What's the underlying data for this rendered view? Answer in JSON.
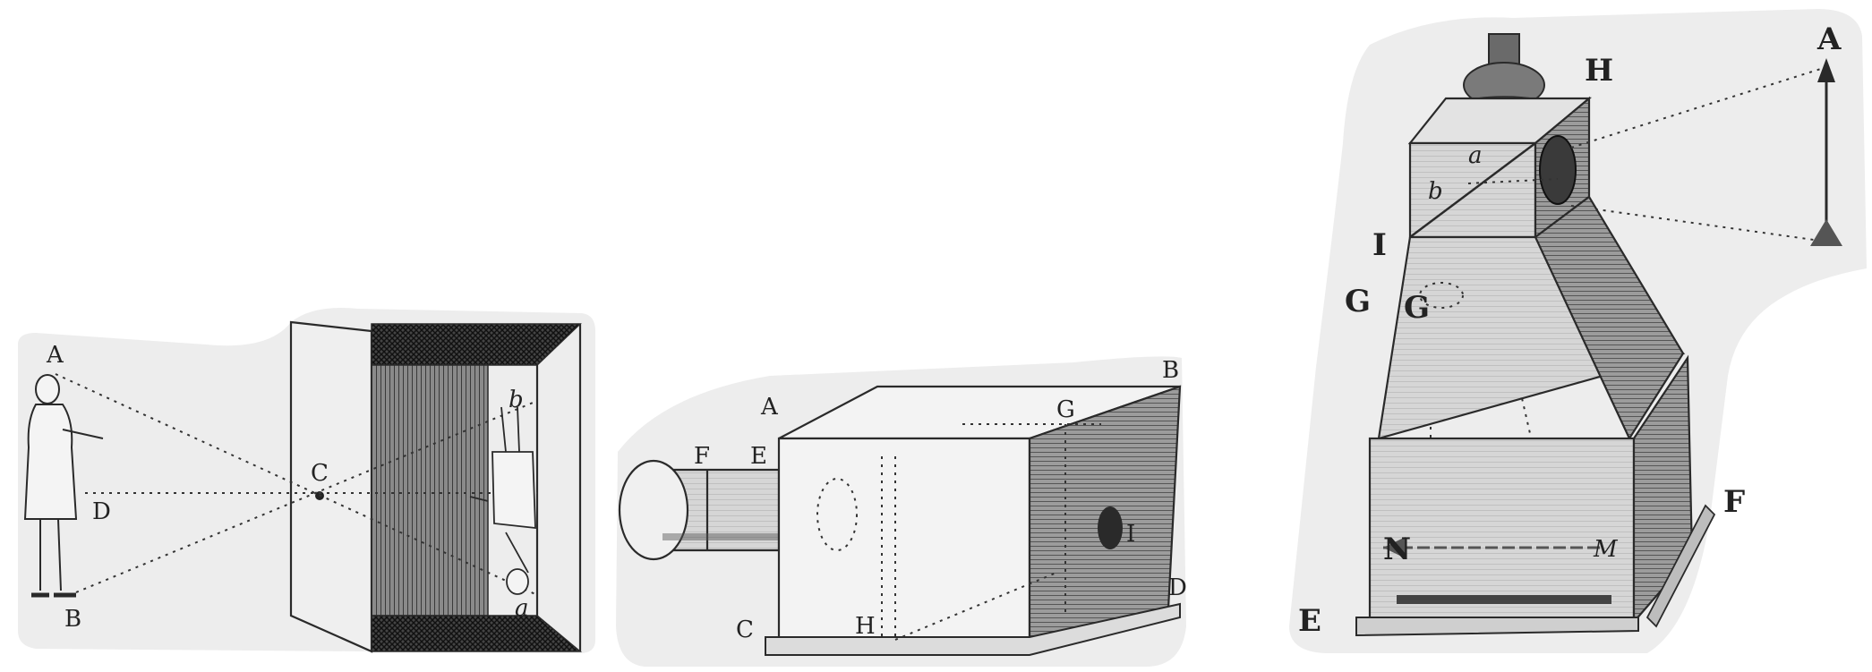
{
  "figures": [
    {
      "id": "fig-pinhole",
      "labels": {
        "A": "A",
        "B": "B",
        "C": "C",
        "D": "D",
        "a": "a",
        "b": "b"
      }
    },
    {
      "id": "fig-box-camera",
      "labels": {
        "A": "A",
        "B": "B",
        "C": "C",
        "D": "D",
        "E": "E",
        "F": "F",
        "G": "G",
        "H": "H",
        "I": "I"
      }
    },
    {
      "id": "fig-reflex-camera",
      "labels": {
        "A": "A",
        "E": "E",
        "F": "F",
        "G1": "G",
        "G2": "G",
        "H": "H",
        "I": "I",
        "N": "N",
        "M": "M",
        "b": "b",
        "a": "a"
      }
    }
  ],
  "colors": {
    "ink": "#2a2a2a",
    "paper": "#eeeeee",
    "shade": "#6a6a6a"
  }
}
